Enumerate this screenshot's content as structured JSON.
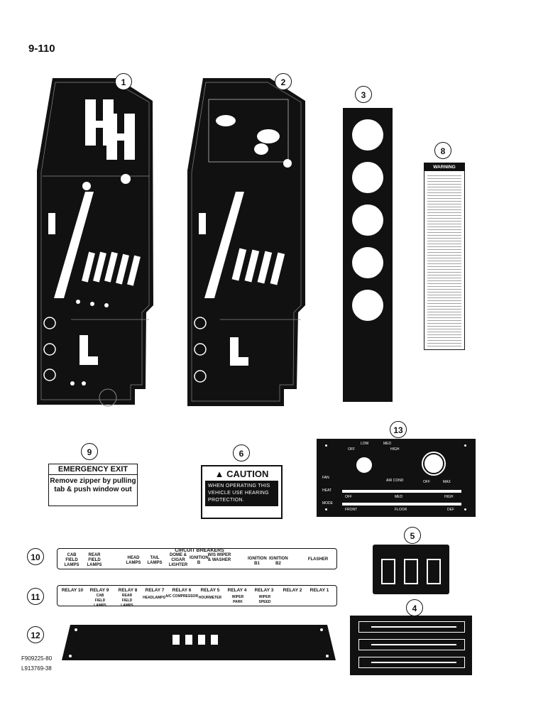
{
  "page_number": "9-110",
  "callouts": [
    "1",
    "2",
    "3",
    "4",
    "5",
    "6",
    "8",
    "9",
    "10",
    "11",
    "12",
    "13"
  ],
  "emergency_exit": {
    "title": "EMERGENCY EXIT",
    "body": "Remove zipper by pulling tab & push window out"
  },
  "caution": {
    "title": "CAUTION",
    "body": "WHEN OPERATING THIS VEHICLE USE HEARING PROTECTION."
  },
  "warning": {
    "title": "WARNING"
  },
  "circuit_breakers": {
    "title": "CIRCUIT BREAKERS",
    "labels": [
      "CAB FIELD LAMPS",
      "REAR FIELD LAMPS",
      "HEAD LAMPS",
      "TAIL LAMPS",
      "DOME & CIGAR LIGHTER",
      "IGNITION B",
      "W/S WIPER & WASHER",
      "IGNITION B1",
      "IGNITION B2",
      "FLASHER"
    ]
  },
  "relays": {
    "top": [
      "RELAY 10",
      "RELAY 9",
      "RELAY 8",
      "RELAY 7",
      "RELAY 6",
      "RELAY 5",
      "RELAY 4",
      "RELAY 3",
      "RELAY 2",
      "RELAY 1"
    ],
    "sub": [
      "CAB FIELD LAMPS",
      "REAR FIELD LAMPS",
      "HEADLAMPS",
      "A/C COMPRESSOR",
      "HOURMETER",
      "WIPER PARK",
      "WIPER SPEED"
    ]
  },
  "ac_panel": {
    "fan_labels": [
      "OFF",
      "LOW",
      "MED",
      "HIGH"
    ],
    "temp_labels": [
      "OFF",
      "MAX"
    ],
    "ac_label": "AIR COND",
    "row_labels": [
      "FAN",
      "HEAT",
      "MODE"
    ],
    "slider1_labels": [
      "OFF",
      "MED",
      "HIGH"
    ],
    "slider2_labels": [
      "FRONT",
      "FLOOR",
      "DEF"
    ]
  },
  "codes": [
    "F909225-80",
    "L913769-38"
  ]
}
